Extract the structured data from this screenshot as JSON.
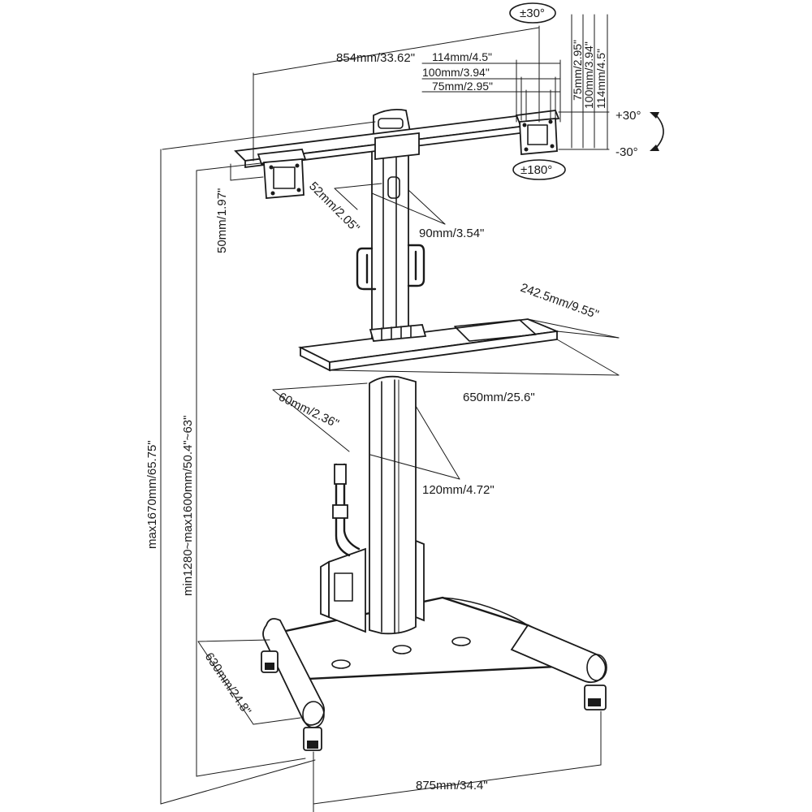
{
  "labels": {
    "width_total": "854mm/33.62\"",
    "vesa_114": "114mm/4.5\"",
    "vesa_100": "100mm/3.94\"",
    "vesa_75": "75mm/2.95\"",
    "vesa_v75": "75mm/2.95\"",
    "vesa_v100": "100mm/3.94\"",
    "vesa_v114": "114mm/4.5\"",
    "swivel": "±30°",
    "rotation": "±180°",
    "tilt_up": "+30°",
    "tilt_down": "-30°",
    "arm_offset": "50mm/1.97\"",
    "bar_depth": "52mm/2.05\"",
    "column_width": "90mm/3.54\"",
    "shelf_depth": "242.5mm/9.55\"",
    "shelf_width": "650mm/25.6\"",
    "column_depth": "60mm/2.36\"",
    "column_lower_width": "120mm/4.72\"",
    "max_height": "max1670mm/65.75\"",
    "height_range": "min1280~max1600mm/50.4\"~63\"",
    "base_depth": "630mm/24.8\"",
    "base_width": "875mm/34.4\""
  }
}
